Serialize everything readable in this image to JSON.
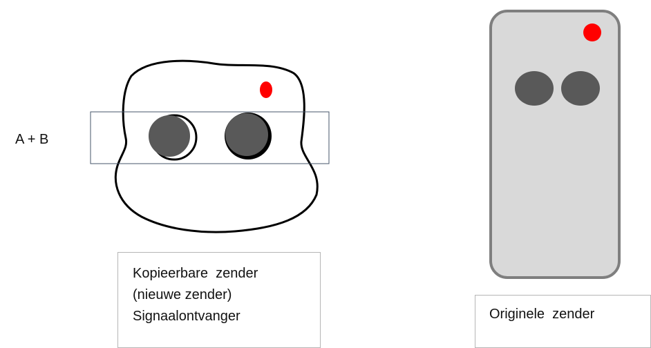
{
  "combo_label": "A + B",
  "copyable_transmitter": {
    "lines": [
      "Kopieerbare  zender",
      "(nieuwe zender)",
      "Signaalontvanger"
    ]
  },
  "original_transmitter": {
    "label": "Originele  zender"
  },
  "colors": {
    "button": "#595959",
    "led": "#ff0000",
    "remote_body": "#d9d9d9",
    "remote_outline": "#7f7f7f",
    "highlight_rect": "#44546a"
  }
}
